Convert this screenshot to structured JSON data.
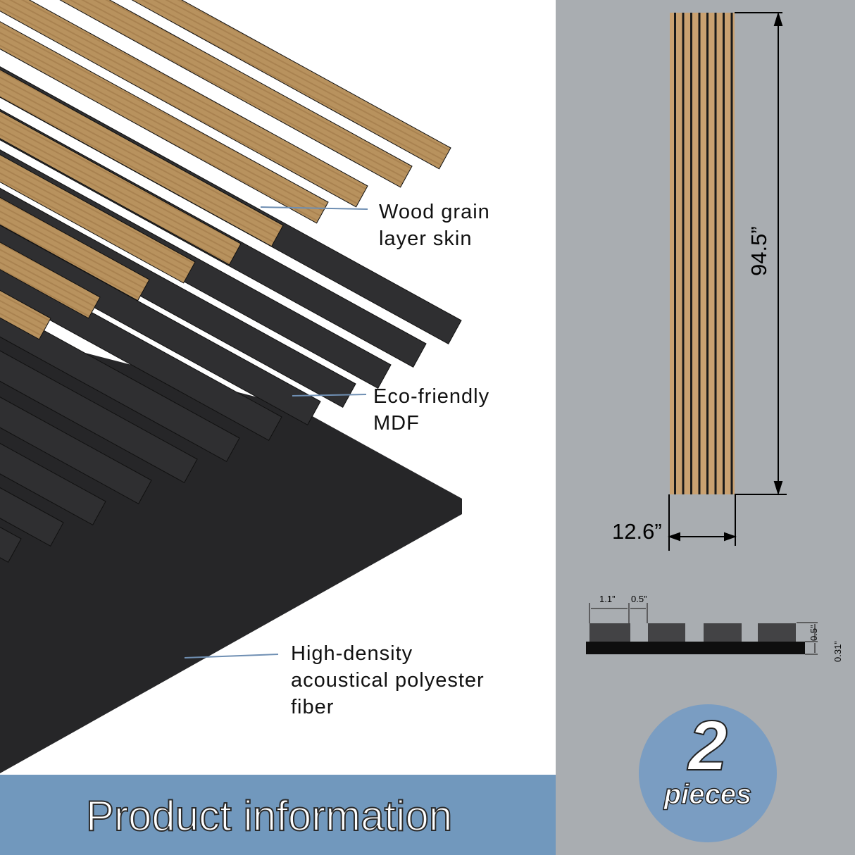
{
  "layers": [
    {
      "label": "Wood grain\nlayer skin",
      "icon": "wood-grain-layer"
    },
    {
      "label": "Eco-friendly\nMDF",
      "icon": "mdf-layer"
    },
    {
      "label": "High-density\nacoustical polyester\nfiber",
      "icon": "felt-layer"
    }
  ],
  "dimensions": {
    "height": "94.5”",
    "width": "12.6”"
  },
  "profile": {
    "slat_width": "1.1”",
    "gap": "0.5”",
    "slat_depth": "0.5”",
    "backing_depth": "0.31”"
  },
  "quantity": {
    "number": "2",
    "unit": "pieces"
  },
  "banner": {
    "title": "Product information"
  },
  "colors": {
    "wood": "#b8925e",
    "mdf": "#2f2f31",
    "felt": "#262628",
    "panel_bg": "#a9adb1",
    "banner": "#7198bd",
    "badge": "#7a9dc2"
  }
}
